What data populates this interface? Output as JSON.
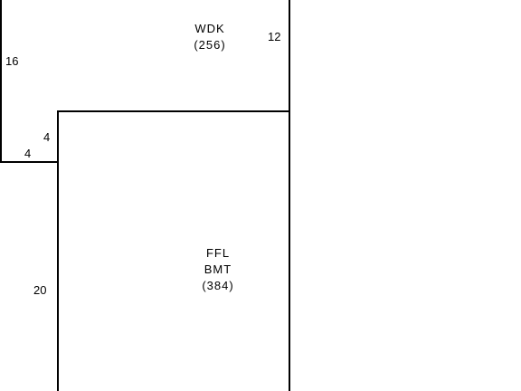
{
  "sketch": {
    "line_color": "#000000",
    "background": "#ffffff",
    "areas": [
      {
        "lines": [
          "WDK",
          "(256)"
        ]
      },
      {
        "lines": [
          "FFL",
          "BMT",
          "(384)"
        ]
      }
    ],
    "dimensions": {
      "upper_left_side": "16",
      "upper_right_side": "12",
      "jog_vertical": "4",
      "jog_horizontal": "4",
      "lower_left_side": "20"
    }
  }
}
